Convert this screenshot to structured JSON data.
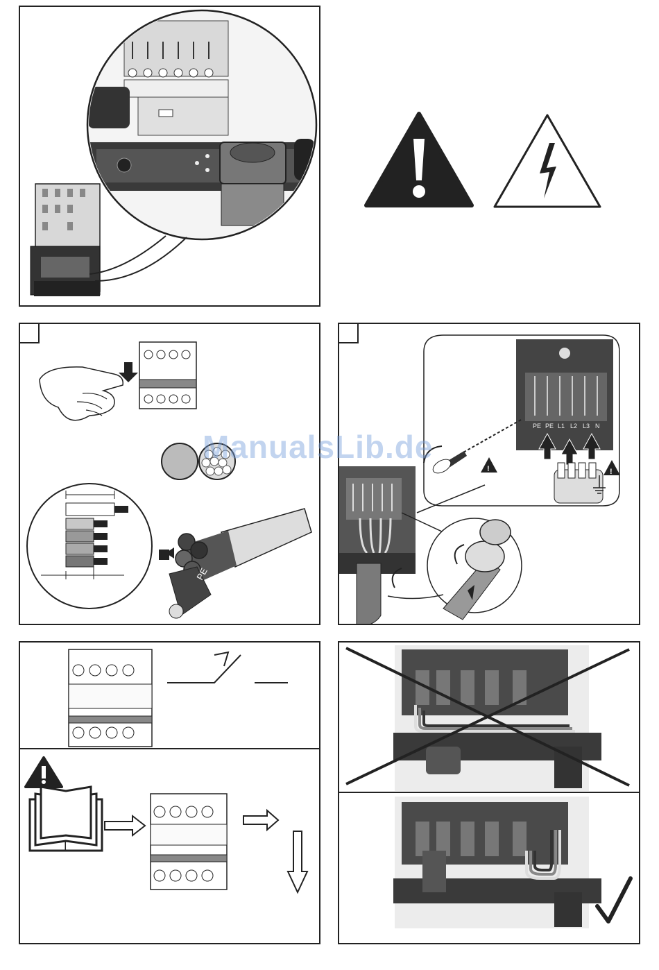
{
  "watermark": "ManualsLib.de",
  "cable_label": "PE",
  "terminal_labels": [
    "PE",
    "PE",
    "L1",
    "L2",
    "L3",
    "N"
  ],
  "colors": {
    "line": "#222222",
    "grey_light": "#d0d0d0",
    "grey_mid": "#9a9a9a",
    "grey_dark": "#555555",
    "wire_grey": "#7a7a7a",
    "watermark": "#78a0dc"
  },
  "icons": {
    "warning": "warning-triangle-icon",
    "high_voltage": "high-voltage-icon",
    "check": "check-mark-icon",
    "cross": "cross-out-icon",
    "manual": "open-manual-icon"
  }
}
